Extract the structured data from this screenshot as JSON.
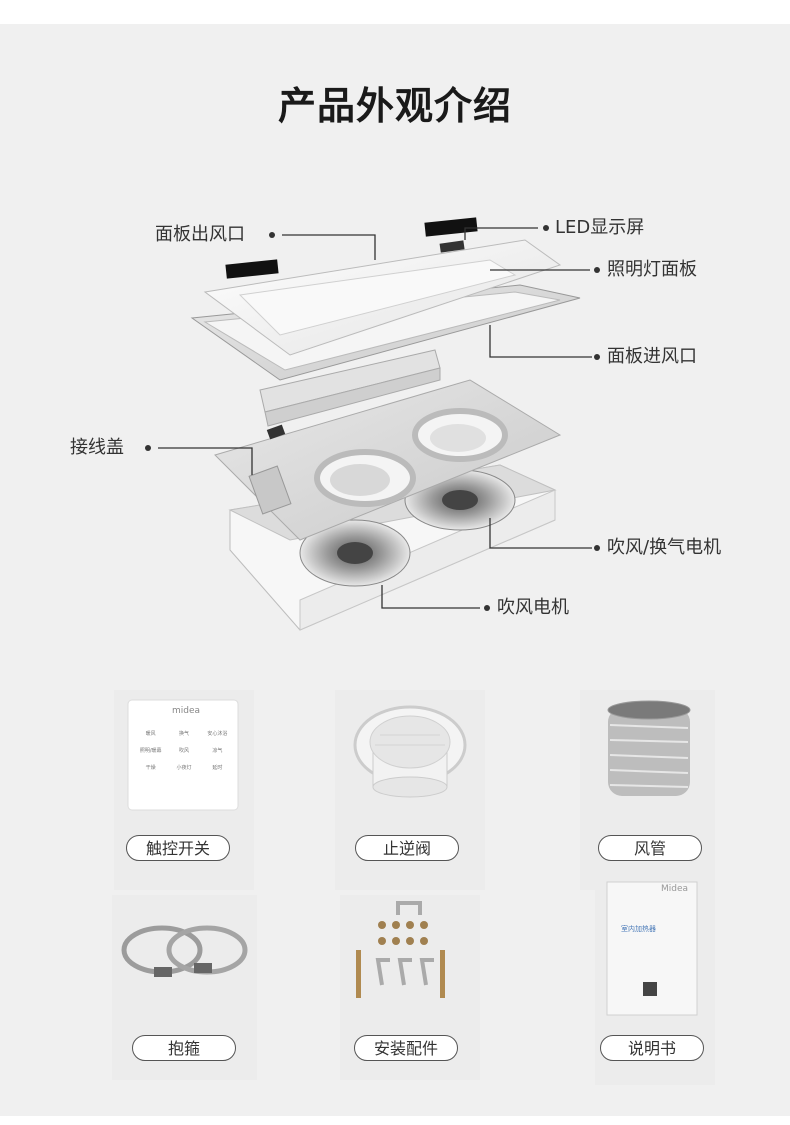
{
  "title": "产品外观介绍",
  "callouts": {
    "panel_outlet": "面板出风口",
    "led_display": "LED显示屏",
    "light_panel": "照明灯面板",
    "panel_inlet": "面板进风口",
    "wiring_cover": "接线盖",
    "blower_exhaust_motor": "吹风/换气电机",
    "blower_motor": "吹风电机"
  },
  "accessories": [
    {
      "label": "触控开关",
      "icon": "touch-switch-icon"
    },
    {
      "label": "止逆阀",
      "icon": "check-valve-icon"
    },
    {
      "label": "风管",
      "icon": "duct-hose-icon"
    },
    {
      "label": "抱箍",
      "icon": "hose-clamp-icon"
    },
    {
      "label": "安装配件",
      "icon": "mounting-hardware-icon"
    },
    {
      "label": "说明书",
      "icon": "manual-icon"
    }
  ],
  "switch": {
    "brand": "midea",
    "buttons": [
      "暖风",
      "换气",
      "安心沐浴",
      "照明/暖幕",
      "吹风",
      "凉气",
      "干燥",
      "小夜灯",
      "延时"
    ]
  },
  "manual": {
    "brand": "Midea",
    "heading": "室内加热器"
  },
  "colors": {
    "background": "#f0f0f0",
    "title": "#1a1a1a",
    "label_border": "#555555"
  }
}
